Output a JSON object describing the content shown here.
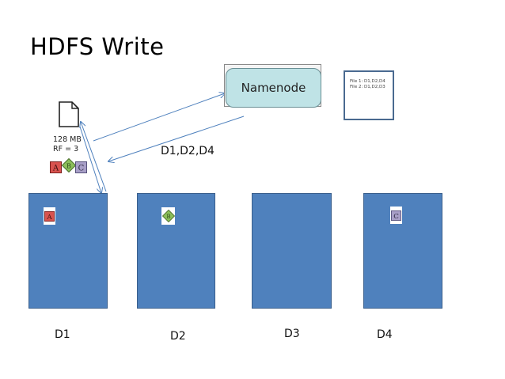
{
  "title": "HDFS Write",
  "namenode": {
    "label": "Namenode"
  },
  "metadata": {
    "lines": [
      "File 1: D1,D2,D4",
      "File 2: D1,D2,D3"
    ]
  },
  "file": {
    "size": "128 MB",
    "replication": "RF = 3"
  },
  "blocks": [
    {
      "label": "A",
      "fill": "#d9534f",
      "stroke": "#7a1f1d"
    },
    {
      "label": "B",
      "fill": "#8cbf5a",
      "stroke": "#4a6e2a"
    },
    {
      "label": "C",
      "fill": "#a89fc7",
      "stroke": "#55507a"
    }
  ],
  "replica_response": "D1,D2,D4",
  "datanodes": [
    {
      "label": "D1",
      "block": "A"
    },
    {
      "label": "D2",
      "block": "B"
    },
    {
      "label": "D3",
      "block": ""
    },
    {
      "label": "D4",
      "block": "C"
    }
  ],
  "colors": {
    "datanode": "#4f81bd",
    "namenode": "#bfe3e6",
    "arrow": "#4f81bd"
  }
}
